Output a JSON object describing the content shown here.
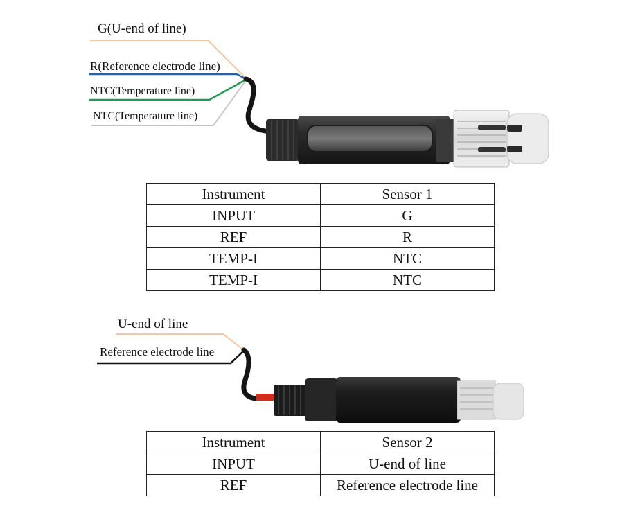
{
  "sensor1": {
    "wire_labels": [
      {
        "text": "G(U-end of  line)",
        "color": "#f2c7a1"
      },
      {
        "text": "R(Reference electrode line)",
        "color": "#2463a8"
      },
      {
        "text": "NTC(Temperature line)",
        "color": "#1f9a54"
      },
      {
        "text": "NTC(Temperature line)",
        "color": "#c8c8c8"
      }
    ],
    "table": {
      "headers": [
        "Instrument",
        "Sensor 1"
      ],
      "rows": [
        [
          "INPUT",
          "G"
        ],
        [
          "REF",
          "R"
        ],
        [
          "TEMP-I",
          "NTC"
        ],
        [
          "TEMP-I",
          "NTC"
        ]
      ]
    }
  },
  "sensor2": {
    "wire_labels": [
      {
        "text": "U-end of line",
        "color": "#f2c7a1"
      },
      {
        "text": "Reference electrode line",
        "color": "#111111"
      }
    ],
    "table": {
      "headers": [
        "Instrument",
        "Sensor 2"
      ],
      "rows": [
        [
          "INPUT",
          "U-end of line"
        ],
        [
          "REF",
          "Reference electrode line"
        ]
      ]
    }
  }
}
